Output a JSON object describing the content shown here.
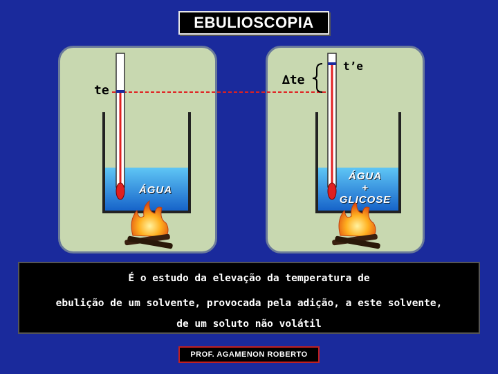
{
  "title": "EBULIOSCOPIA",
  "labels": {
    "te_left": "te",
    "delta_te": "∆te",
    "te_prime": "t’e"
  },
  "liquids": {
    "left": "ÁGUA",
    "right_line1": "ÁGUA",
    "right_line2": "+",
    "right_line3": "GLICOSE"
  },
  "description": {
    "line1": "É o estudo da elevação da temperatura de",
    "line2": "ebulição de um solvente, provocada pela adição, a este solvente,",
    "line3": "de um soluto não volátil"
  },
  "credit": "PROF. AGAMENON ROBERTO",
  "colors": {
    "background": "#1a2a9c",
    "panel": "#c8d8b0",
    "liquid": "#1e90e8",
    "mercury": "#e02020",
    "dashed_line": "#e02020"
  }
}
